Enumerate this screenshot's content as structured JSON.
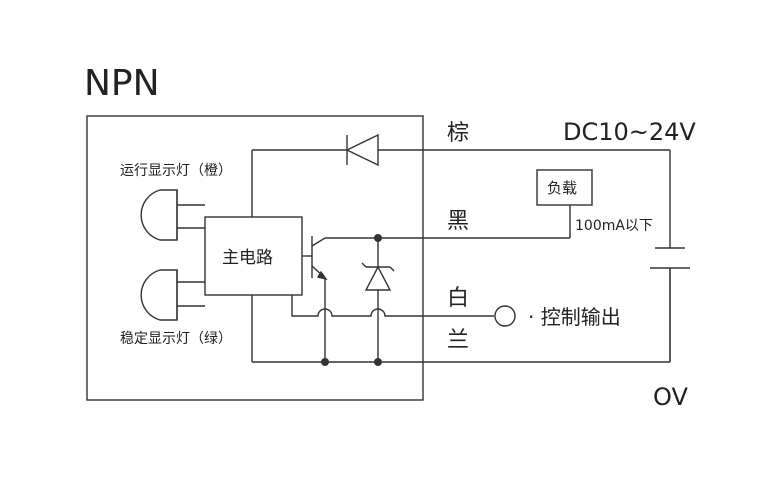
{
  "title": "NPN",
  "leds": {
    "run": "运行显示灯（橙）",
    "stable": "稳定显示灯（绿）"
  },
  "main_circuit": "主电路",
  "wires": {
    "brown": "棕",
    "black": "黑",
    "white_1": "白",
    "white_2": "兰"
  },
  "supply": {
    "voltage": "DC10~24V",
    "zero": "OV"
  },
  "load": {
    "label": "负载",
    "current": "100mA以下"
  },
  "control_output": "· 控制输出"
}
